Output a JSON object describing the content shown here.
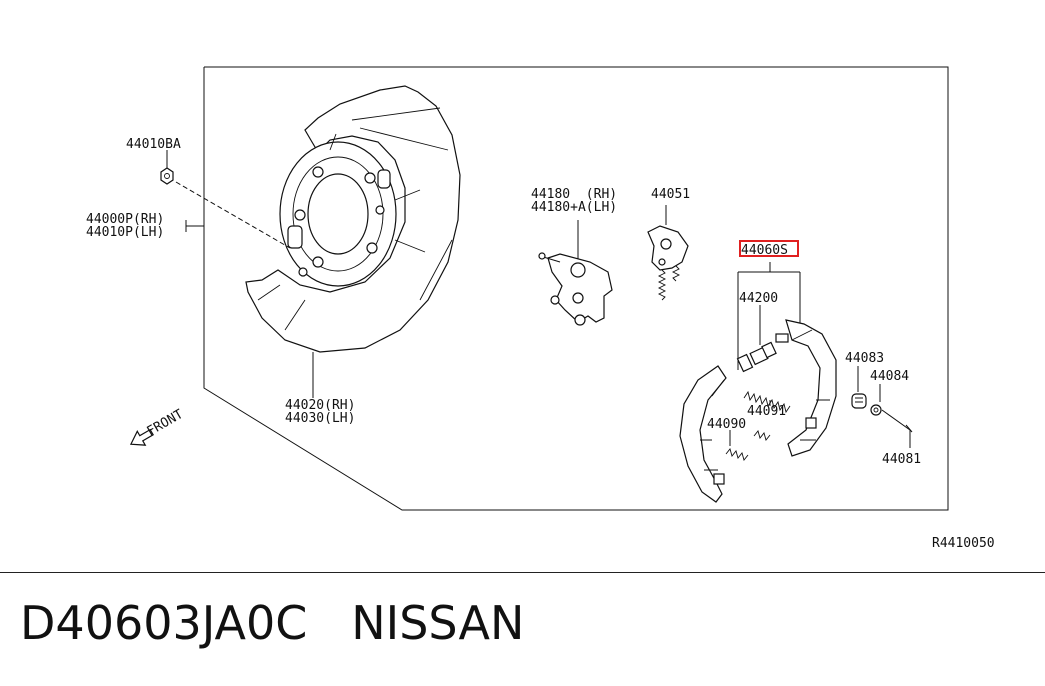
{
  "labels": {
    "nut": "44010BA",
    "plate_rh": "44000P(RH)",
    "plate_lh": "44010P(LH)",
    "shield_rh": "44020(RH)",
    "shield_lh": "44030(LH)",
    "lever_rh": "44180  (RH)",
    "lever_lh": "44180+A(LH)",
    "adjuster": "44051",
    "shoe_set": "44060S",
    "adjuster_assy": "44200",
    "spring_a": "44091",
    "spring_b": "44090",
    "cup": "44083",
    "retainer": "44084",
    "pin": "44081",
    "front": "FRONT",
    "ref_code": "R4410050"
  },
  "highlight": {
    "target": "shoe_set",
    "color": "#e02020"
  },
  "caption": {
    "part_number": "D40603JA0C",
    "brand": "NISSAN"
  }
}
